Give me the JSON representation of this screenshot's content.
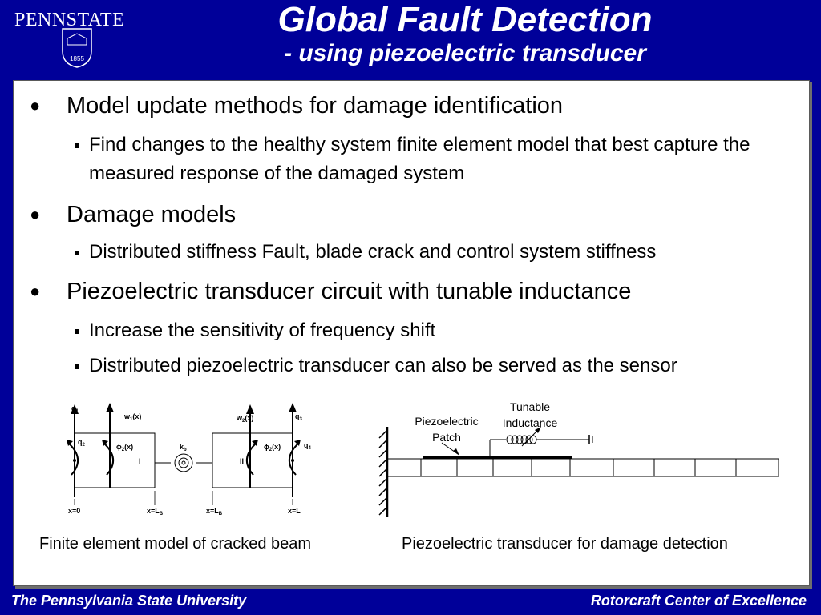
{
  "header": {
    "logo_text": "PENNSTATE",
    "logo_year": "1855",
    "title": "Global Fault Detection",
    "subtitle": "- using piezoelectric transducer"
  },
  "bullets": [
    {
      "text": "Model update methods for damage identification",
      "subs": [
        "Find changes to the healthy system finite element model that best capture the measured response of the damaged system"
      ]
    },
    {
      "text": "Damage models",
      "subs": [
        "Distributed stiffness Fault, blade crack and control system stiffness"
      ]
    },
    {
      "text": "Piezoelectric transducer circuit with tunable inductance",
      "subs": [
        "Increase the sensitivity of frequency shift",
        "Distributed piezoelectric transducer can also be served as the sensor"
      ]
    }
  ],
  "figure_left": {
    "caption": "Finite element model of cracked beam",
    "labels": {
      "q1": "q",
      "q1_sub": "1",
      "q2": "q",
      "q2_sub": "2",
      "q3": "q",
      "q3_sub": "3",
      "q4": "q",
      "q4_sub": "4",
      "w1": "w",
      "w1_sub": "1",
      "w1_arg": "(x)",
      "w2": "w",
      "w2_sub": "2",
      "w2_arg": "(x)",
      "phi_l": "ϕ",
      "phi_l_sub": "2",
      "phi_l_arg": "(x)",
      "phi_r": "ϕ",
      "phi_r_sub": "2",
      "phi_r_arg": "(x)",
      "kb": "k",
      "kb_sub": "b",
      "elem1": "I",
      "elem2": "II",
      "x0": "x=0",
      "xlb1": "x=L",
      "xlb1_sub": "B",
      "xlb2": "x=L",
      "xlb2_sub": "B",
      "xl": "x=L"
    }
  },
  "figure_right": {
    "caption": "Piezoelectric transducer for damage detection",
    "label_patch_1": "Piezoelectric",
    "label_patch_2": "Patch",
    "label_ind_1": "Tunable",
    "label_ind_2": "Inductance"
  },
  "footer": {
    "left": "The Pennsylvania State University",
    "right": "Rotorcraft Center of Excellence"
  }
}
